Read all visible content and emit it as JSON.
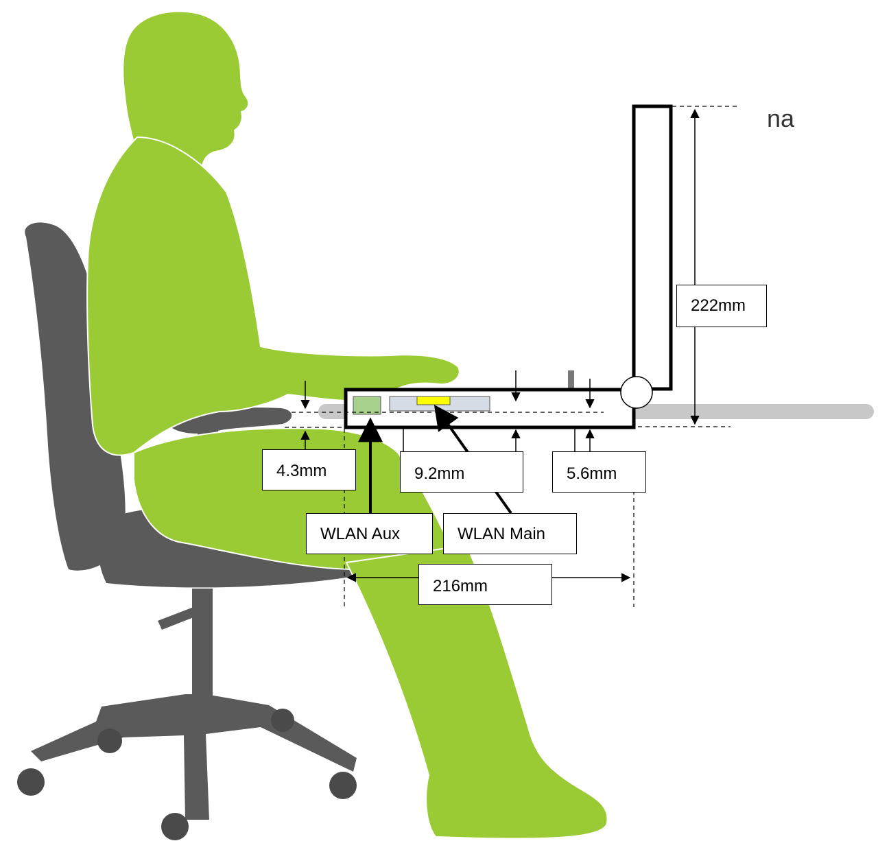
{
  "colors": {
    "person": "#9acb34",
    "person_outline": "#ffffff",
    "chair": "#5a5a5a",
    "desk": "#c8c8c8",
    "aux_antenna": "#a8d08d",
    "main_antenna_module": "#d6dce5",
    "main_antenna": "#ffff00"
  },
  "labels": {
    "corner": "na",
    "lid_height": "222mm",
    "base_depth": "216mm",
    "gap_left": "4.3mm",
    "gap_middle": "9.2mm",
    "gap_right": "5.6mm",
    "wlan_aux": "WLAN Aux",
    "wlan_main": "WLAN Main"
  }
}
